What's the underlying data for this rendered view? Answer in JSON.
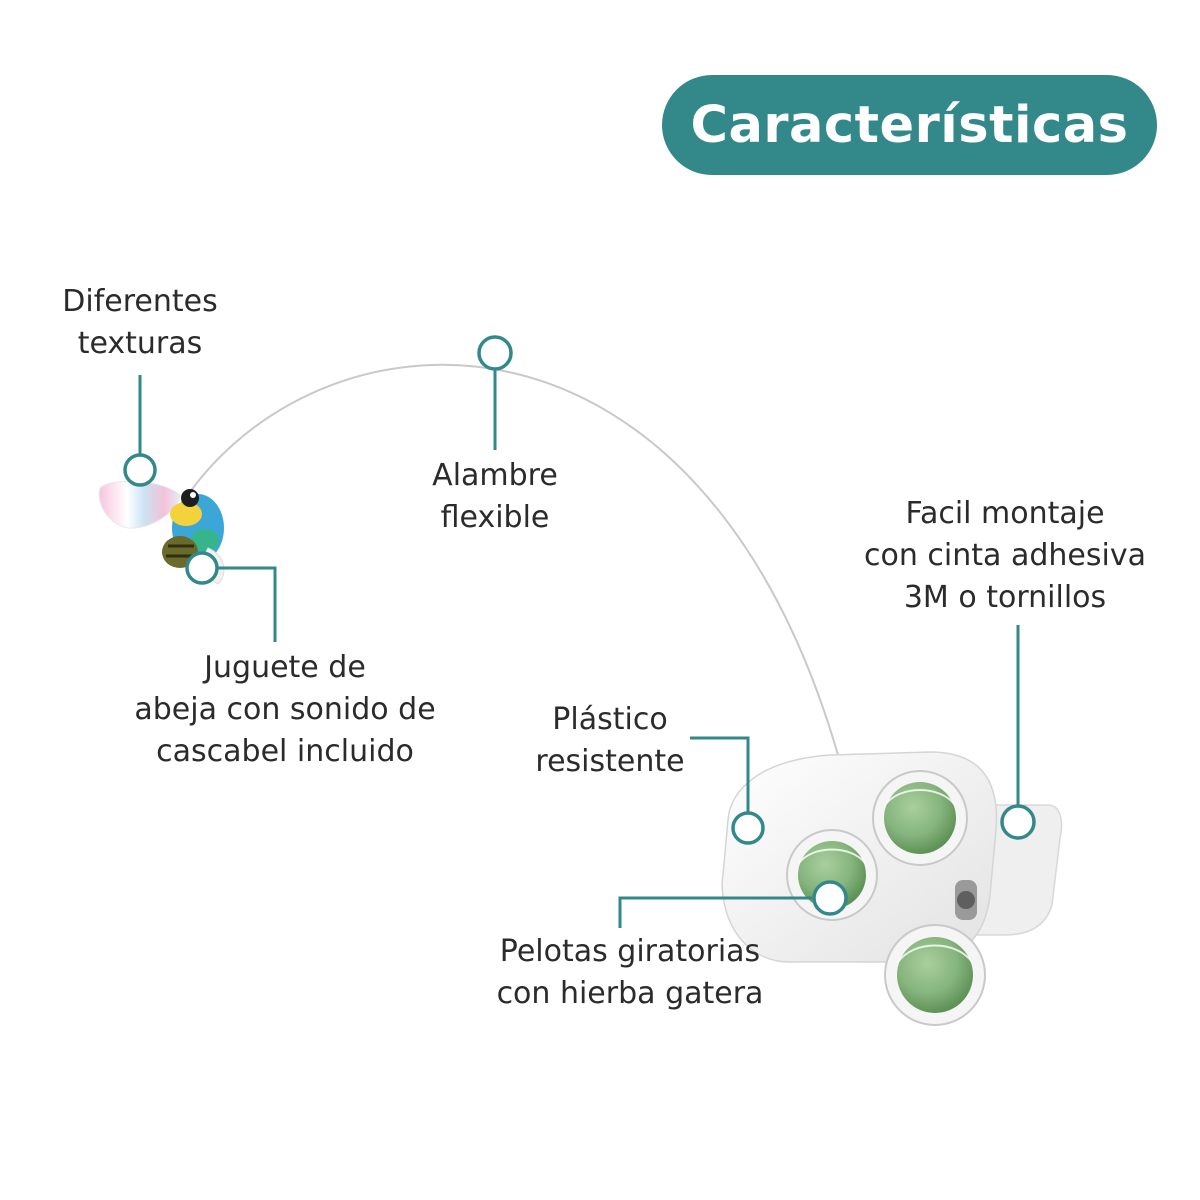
{
  "title": "Características",
  "colors": {
    "accent": "#33898a",
    "text": "#2b2b2b",
    "ball_green": "#86b57d",
    "housing": "#f4f4f4"
  },
  "features": {
    "textures": "Diferentes\ntexturas",
    "wire": "Alambre\nflexible",
    "mounting": "Facil montaje\ncon cinta adhesiva\n3M o tornillos",
    "bee_toy": "Juguete de\nabeja con sonido de\ncascabel incluido",
    "plastic": "Plástico\nresistente",
    "balls": "Pelotas giratorias\ncon hierba gatera"
  }
}
